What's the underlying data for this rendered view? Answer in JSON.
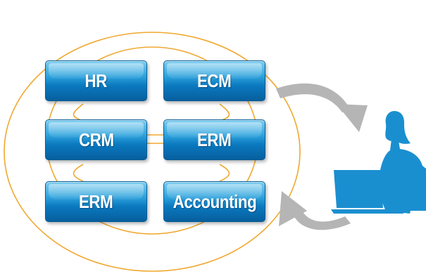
{
  "diagram": {
    "modules": [
      {
        "id": "hr",
        "label": "HR"
      },
      {
        "id": "ecm",
        "label": "ECM"
      },
      {
        "id": "crm",
        "label": "CRM"
      },
      {
        "id": "erm-top",
        "label": "ERM"
      },
      {
        "id": "erm-bottom",
        "label": "ERM"
      },
      {
        "id": "accounting",
        "label": "Accounting"
      }
    ],
    "colors": {
      "ring": "#f0a830",
      "module_blue": "#0a79bf",
      "arrow": "#b5b5b5",
      "user_silhouette": "#1a8fd0"
    },
    "icons": {
      "user": "person-at-laptop-icon",
      "arrows": "curved-arrow-icon"
    }
  }
}
